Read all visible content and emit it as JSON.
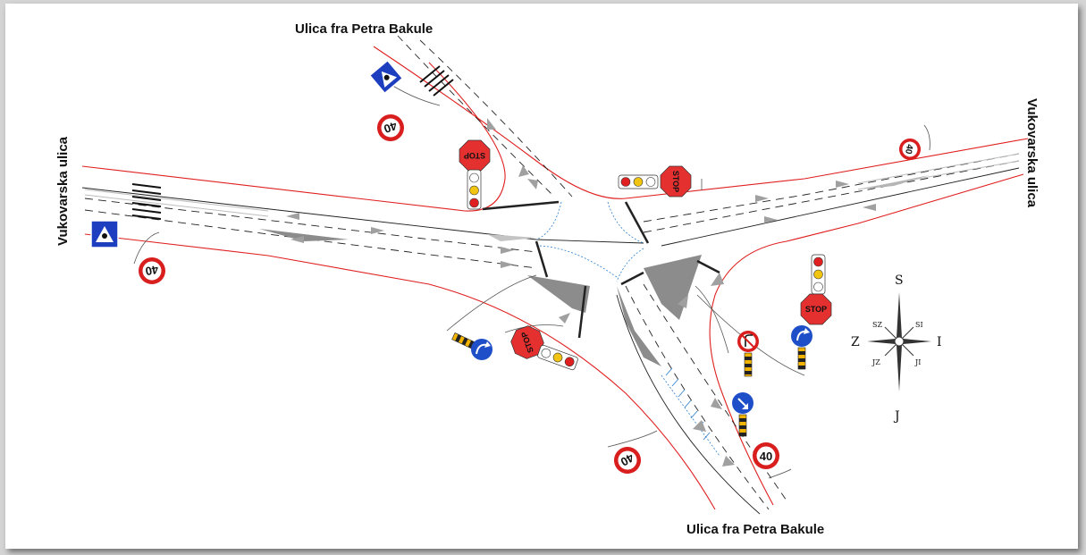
{
  "labels": {
    "street_north": "Ulica fra Petra Bakule",
    "street_south": "Ulica fra Petra Bakule",
    "street_west": "Vukovarska ulica",
    "street_east": "Vukovarska ulica"
  },
  "signs": {
    "speed_limit": "40",
    "stop": "STOP"
  },
  "compass": {
    "north": "S",
    "south": "J",
    "west": "Z",
    "east": "I",
    "northwest": "SZ",
    "northeast": "SI",
    "southwest": "JZ",
    "southeast": "JI"
  },
  "colors": {
    "road_edge": "#e02020",
    "speed_sign_ring": "#d91e1e",
    "stop_sign": "#e53030",
    "mandatory_sign": "#1f4fc8",
    "pedestrian_sign": "#1d3fbf",
    "island_fill": "#8c8c8c",
    "signal_pole": "#f2b400",
    "curb_path": "#2a7fd0"
  }
}
